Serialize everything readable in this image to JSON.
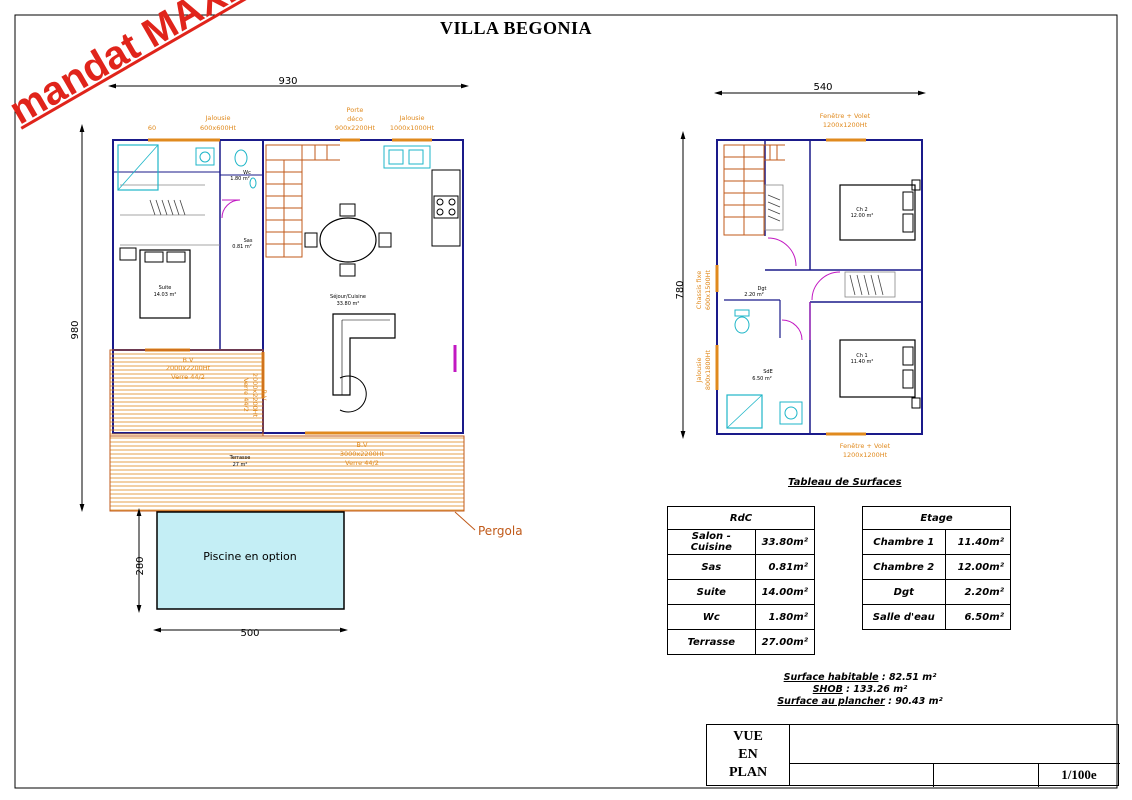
{
  "title": "VILLA BEGONIA",
  "watermark": "mandat MAXImum",
  "ground_floor": {
    "dims": {
      "width": "930",
      "height": "980",
      "pool_width": "500",
      "pool_height": "280"
    },
    "rooms": [
      {
        "name": "Suite",
        "area": "14.03 m²"
      },
      {
        "name": "Wc",
        "area": "1.80 m²"
      },
      {
        "name": "Sas",
        "area": "0.81 m²"
      },
      {
        "name": "Séjour/Cuisine",
        "area": "33.80 m²"
      },
      {
        "name": "Terrasse",
        "area": "27 m²"
      }
    ],
    "openings": {
      "jalousie_left_1": "Jalousie",
      "jalousie_left_2": "600x600Ht",
      "partial_left": "60",
      "porte_deco_1": "Porte",
      "porte_deco_2": "déco",
      "porte_deco_3": "900x2200Ht",
      "jalousie_right_1": "Jalousie",
      "jalousie_right_2": "1000x1000Ht",
      "bv1_1": "B.V",
      "bv1_2": "2000x2200Ht",
      "bv1_3": "Verre 44/2",
      "bv2_1": "B.V",
      "bv2_2": "2000x2200Ht",
      "bv2_3": "Verre 44/2",
      "bv3_1": "B.V",
      "bv3_2": "3000x2200Ht",
      "bv3_3": "Verre 44/2"
    },
    "pool_label": "Piscine en option",
    "pergola_label": "Pergola"
  },
  "upper_floor": {
    "dims": {
      "width": "540",
      "height": "780"
    },
    "rooms": [
      {
        "name": "Ch 2",
        "area": "12.00 m²"
      },
      {
        "name": "Dgt",
        "area": "2.20 m²"
      },
      {
        "name": "Ch 1",
        "area": "11.40 m²"
      },
      {
        "name": "SdE",
        "area": "6.50 m²"
      }
    ],
    "openings": {
      "top_1": "Fenêtre + Volet",
      "top_2": "1200x1200Ht",
      "bottom_1": "Fenêtre + Volet",
      "bottom_2": "1200x1200Ht",
      "chassis_1": "Chassis fixe",
      "chassis_2": "600x1500Ht",
      "jalousie_1": "Jalousie",
      "jalousie_2": "800x1800Ht"
    }
  },
  "surfaces_title": "Tableau de Surfaces",
  "rdc_table": {
    "header": "RdC",
    "rows": [
      {
        "label": "Salon - Cuisine",
        "value": "33.80m²"
      },
      {
        "label": "Sas",
        "value": "0.81m²"
      },
      {
        "label": "Suite",
        "value": "14.00m²"
      },
      {
        "label": "Wc",
        "value": "1.80m²"
      },
      {
        "label": "Terrasse",
        "value": "27.00m²"
      }
    ]
  },
  "etage_table": {
    "header": "Etage",
    "rows": [
      {
        "label": "Chambre 1",
        "value": "11.40m²"
      },
      {
        "label": "Chambre 2",
        "value": "12.00m²"
      },
      {
        "label": "Dgt",
        "value": "2.20m²"
      },
      {
        "label": "Salle d'eau",
        "value": "6.50m²"
      }
    ]
  },
  "totals": {
    "habitable_label": "Surface habitable",
    "habitable_value": ": 82.51 m²",
    "shob_label": "SHOB",
    "shob_value": ":  133.26 m²",
    "plancher_label": "Surface au plancher",
    "plancher_value": ": 90.43 m²"
  },
  "cartouche": {
    "view_1": "VUE",
    "view_2": "EN",
    "view_3": "PLAN",
    "scale": "1/100e"
  },
  "colors": {
    "wall": "#1a1a8a",
    "annotation": "#e08a1e",
    "accent": "#c218c2",
    "pool": "#c4eef5",
    "watermark": "#e0241b"
  }
}
